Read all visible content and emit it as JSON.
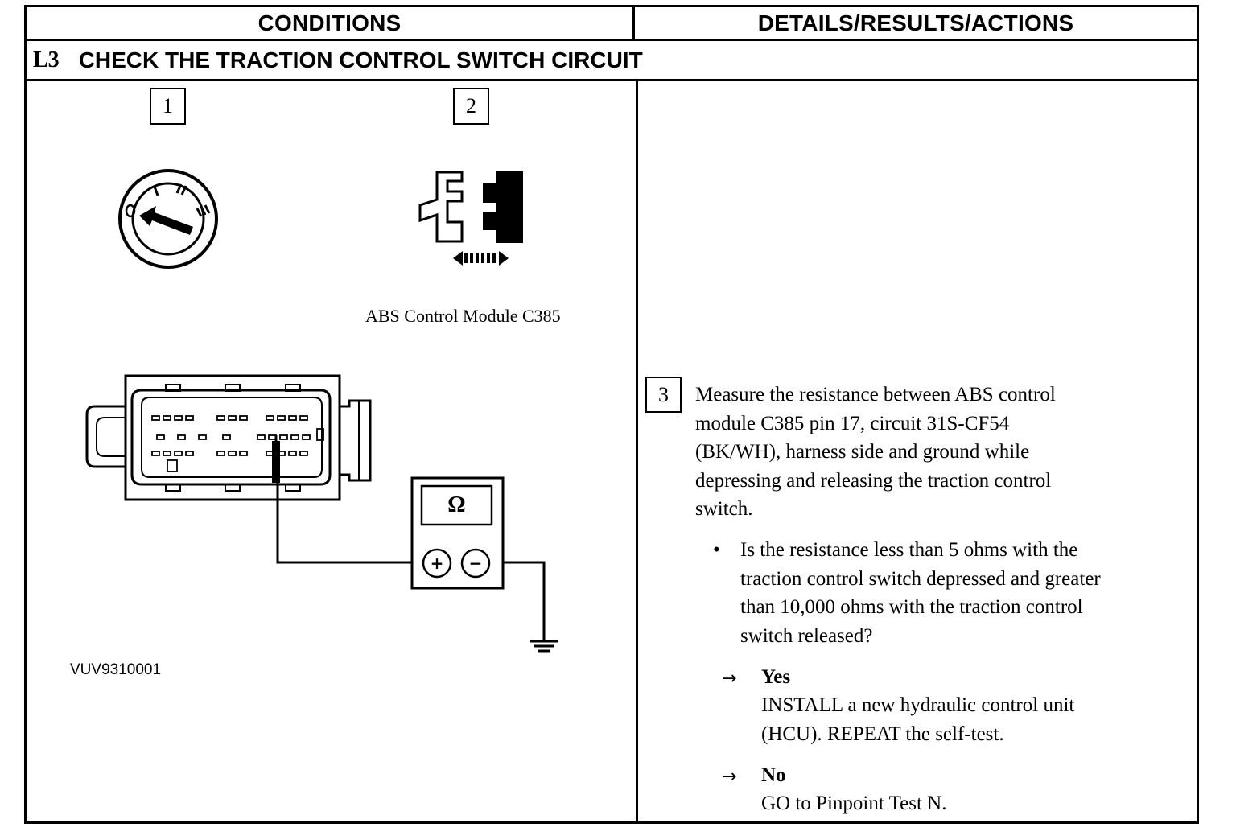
{
  "header": {
    "conditions": "CONDITIONS",
    "details": "DETAILS/RESULTS/ACTIONS"
  },
  "step": {
    "number": "L3",
    "title": "CHECK THE TRACTION CONTROL SWITCH CIRCUIT"
  },
  "figure": {
    "callout_1": "1",
    "callout_2": "2",
    "connector_caption": "ABS Control Module C385",
    "meter_symbol": "Ω",
    "meter_plus": "+",
    "meter_minus": "−",
    "figure_id": "VUV9310001"
  },
  "details": {
    "callout_3": "3",
    "instruction_lines": [
      "Measure the resistance between ABS control",
      "module C385 pin 17, circuit 31S-CF54",
      "(BK/WH), harness side and ground while",
      "depressing and releasing the traction control",
      "switch."
    ],
    "bullet": "•",
    "question_lines": [
      "Is the resistance less than 5 ohms with the",
      "traction control switch depressed and greater",
      "than 10,000 ohms with the traction control",
      "switch released?"
    ],
    "arrow": "→",
    "yes_label": "Yes",
    "yes_lines": [
      "INSTALL a new hydraulic control unit",
      "(HCU). REPEAT the self-test."
    ],
    "no_label": "No",
    "no_lines": [
      "GO to Pinpoint Test N."
    ]
  }
}
